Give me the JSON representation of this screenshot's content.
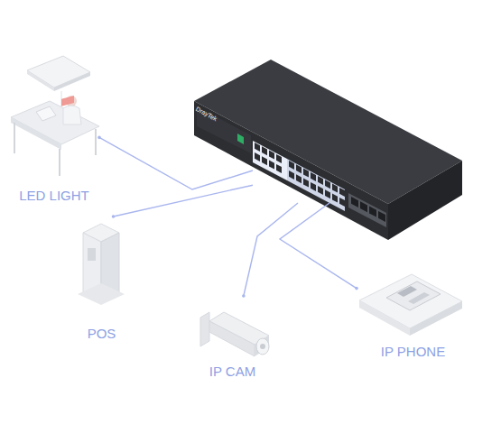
{
  "diagram": {
    "nodes": [
      {
        "text": [
          "DrayTek"
        ]
      },
      {
        "text": [
          "LED LIGHT"
        ]
      },
      {
        "text": [
          "POS"
        ]
      },
      {
        "text": [
          "IP CAM"
        ]
      },
      {
        "text": [
          "IP PHONE"
        ]
      }
    ],
    "edges": [
      {
        "from": 1,
        "to": 0,
        "arrow": "none"
      },
      {
        "from": 2,
        "to": 0,
        "arrow": "none"
      },
      {
        "from": 3,
        "to": 0,
        "arrow": "none"
      },
      {
        "from": 4,
        "to": 0,
        "arrow": "none"
      }
    ]
  }
}
